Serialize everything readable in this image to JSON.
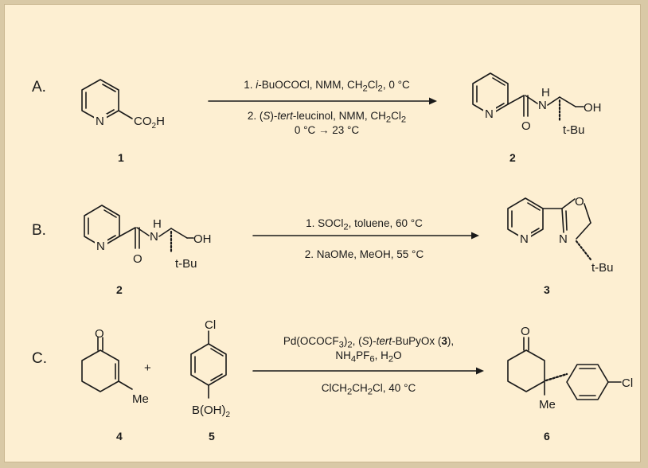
{
  "rows": [
    {
      "label": "A.",
      "conditions_top": [
        "1. i-BuOCOCl, NMM, CH2Cl2, 0 °C"
      ],
      "conditions_bottom": [
        "2. (S)-tert-leucinol, NMM, CH2Cl2",
        "0 °C → 23 °C"
      ],
      "compounds": [
        "1",
        "2"
      ]
    },
    {
      "label": "B.",
      "conditions_top": [
        "1. SOCl2, toluene, 60 °C"
      ],
      "conditions_bottom": [
        "2. NaOMe, MeOH, 55 °C"
      ],
      "compounds": [
        "2",
        "3"
      ]
    },
    {
      "label": "C.",
      "conditions_top": [
        "Pd(OCOCF3)2, (S)-tert-BuPyOx (3),",
        "NH4PF6, H2O"
      ],
      "conditions_bottom": [
        "ClCH2CH2Cl, 40 °C"
      ],
      "compounds": [
        "4",
        "5",
        "6"
      ],
      "plus": "+"
    }
  ]
}
